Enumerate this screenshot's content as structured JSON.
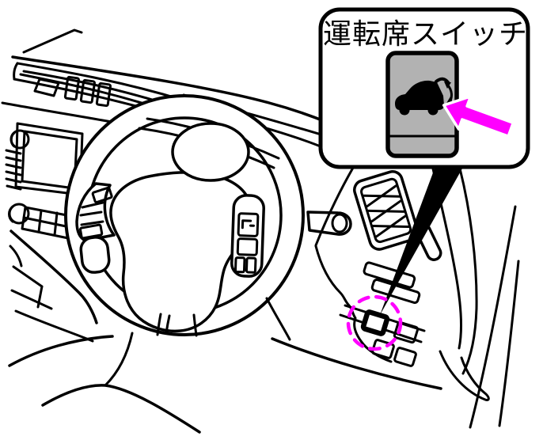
{
  "callout": {
    "label": "運転席スイッチ",
    "switch_icon": "suv-open-tailgate-icon",
    "arrow_icon": "press-direction-arrow-icon"
  },
  "highlight": {
    "style": "dashed-circle",
    "target": "driver-seat-tailgate-switch"
  },
  "colors": {
    "line": "#000000",
    "background": "#ffffff",
    "accent_magenta": "#ff00ff",
    "switch_gray": "#b2b2b2"
  }
}
